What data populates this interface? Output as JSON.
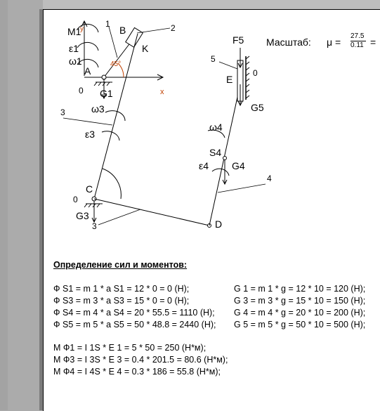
{
  "diagram": {
    "labels": {
      "M1": "M1",
      "omega_y": "у",
      "one": "1",
      "B": "B",
      "two": "2",
      "K": "K",
      "eps1": "ε1",
      "omega1": "ω1",
      "A": "A",
      "angle": "45°",
      "zeroA": "0",
      "G1": "G1",
      "x": "x",
      "three_a": "3",
      "omega3": "ω3",
      "eps3": "ε3",
      "C": "C",
      "zeroC": "0",
      "G3": "G3",
      "three_b": "3",
      "D": "D",
      "F5": "F5",
      "five": "5",
      "E": "E",
      "zeroE": "0",
      "G5": "G5",
      "omega4": "ω4",
      "S4": "S4",
      "eps4": "ε4",
      "G4": "G4",
      "four": "4"
    }
  },
  "scale": {
    "label": "Масштаб:",
    "mu": "μ =",
    "numerator": "27.5",
    "denominator": "0.11",
    "tail": "="
  },
  "content": {
    "heading": "Определение сил и моментов:",
    "forces_left": [
      "Ф S1 = m 1 * a S1 = 12 * 0 = 0 (Н);",
      "Ф S3 = m 3 * a S3 = 15 * 0 = 0 (Н);",
      "Ф S4 = m 4 * a S4 = 20 * 55.5 = 1110 (Н);",
      "Ф S5 = m 5 * a S5 = 50 * 48.8 = 2440 (Н);"
    ],
    "forces_right": [
      "G 1 = m 1 * g = 12 * 10 = 120 (Н);",
      "G 3 = m 3 * g = 15 * 10 = 150 (Н);",
      "G 4 = m 4 * g = 20 * 10 = 200 (Н);",
      "G 5 = m 5 * g = 50 * 10 = 500 (Н);"
    ],
    "moments": [
      "M Ф1 = I 1S * E 1 = 5 * 50 = 250 (Н*м);",
      "M Ф3 = I 3S * E 3 = 0.4 * 201.5 = 80.6 (Н*м);",
      "M Ф4 = I 4S * E 4 = 0.3 * 186 = 55.8 (Н*м);"
    ]
  }
}
